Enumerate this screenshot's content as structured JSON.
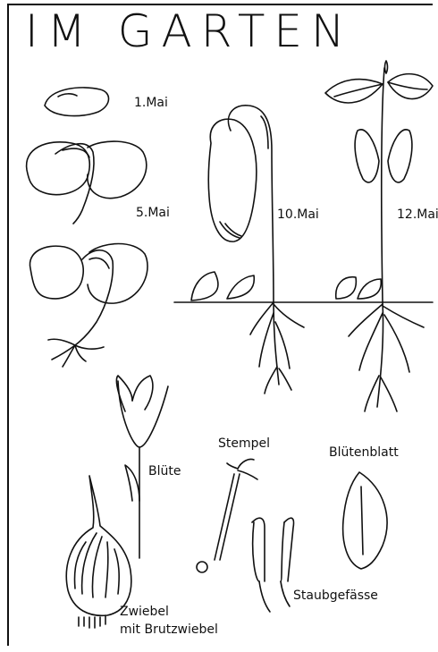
{
  "title": "IM GARTEN",
  "labels": {
    "d1": "1.Mai",
    "d5": "5.Mai",
    "d10": "10.Mai",
    "d12": "12.Mai",
    "bluete": "Blüte",
    "stempel": "Stempel",
    "bluetenblatt": "Blütenblatt",
    "staubgefaesse": "Staubgefässe",
    "zwiebel_line1": "Zwiebel",
    "zwiebel_line2": "mit Brutzwiebel"
  }
}
